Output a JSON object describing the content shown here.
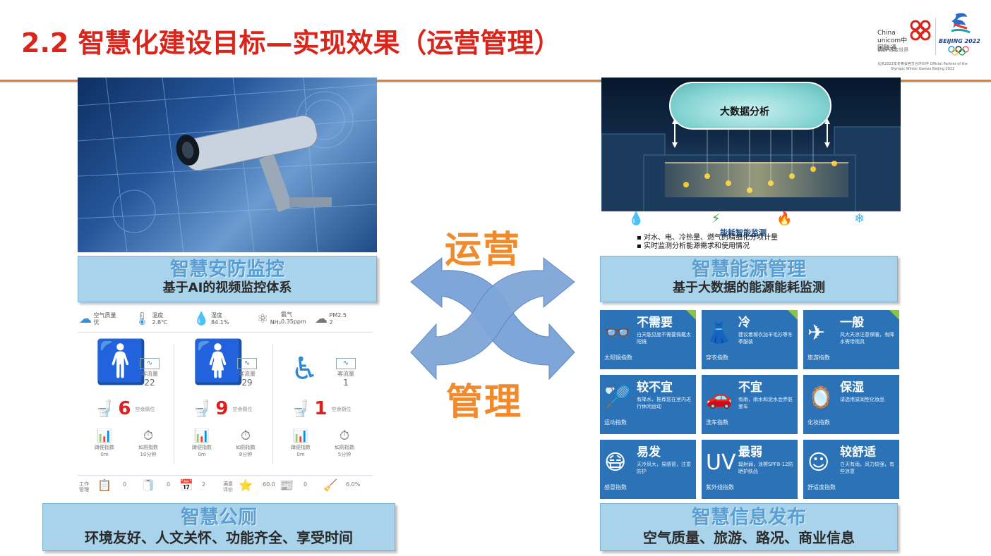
{
  "header": {
    "title": "2.2 智慧化建设目标—实现效果（运营管理）",
    "logo_china_unicom": "China unicom中国联通",
    "logo_unicom_slogan": "创新·改变世界",
    "logo_beijing": "BEIJING 2022",
    "logo_partner_text": "北京2022年冬奥会官方合作伙伴 Official Partner of the Olympic Winter Games Beijing 2022"
  },
  "center": {
    "top_label": "运营",
    "bottom_label": "管理"
  },
  "security_panel": {
    "title": "智慧安防监控",
    "subtitle": "基于AI的视频监控体系"
  },
  "energy_panel": {
    "cloud_label": "大数据分析",
    "strip_title": "能耗智能监测",
    "bullets": [
      "对水、电、冷热量、燃气的精细化分项计量",
      "实时监测分析能源需求和使用情况"
    ],
    "title": "智慧能源管理",
    "subtitle": "基于大数据的能源能耗监测"
  },
  "toilet_panel": {
    "env": [
      {
        "label": "空气质量",
        "value": "优"
      },
      {
        "label": "温度",
        "value": "2.8℃"
      },
      {
        "label": "湿度",
        "value": "84.1%"
      },
      {
        "label": "",
        "value": "NH₃"
      },
      {
        "label": "氨气",
        "value": "0.35ppm"
      },
      {
        "label": "PM2.5",
        "value": "2"
      }
    ],
    "columns": [
      {
        "stat_label": "客流量",
        "stat": "22",
        "free": "6",
        "free_label": "空余厕位",
        "m1": "蹲便指数",
        "v1": "0m",
        "m2": "如厕指数",
        "v2": "10分钟"
      },
      {
        "stat_label": "客流量",
        "stat": "29",
        "free": "9",
        "free_label": "空余厕位",
        "m1": "蹲便指数",
        "v1": "0m",
        "m2": "如厕指数",
        "v2": "8分钟"
      },
      {
        "stat_label": "客流量",
        "stat": "1",
        "free": "1",
        "free_label": "空余厕位",
        "m1": "蹲便指数",
        "v1": "0m",
        "m2": "如厕指数",
        "v2": "5分钟"
      }
    ],
    "bottom": [
      {
        "label": "工作管理",
        "value": "0"
      },
      {
        "label": "",
        "value": "0"
      },
      {
        "label": "",
        "value": "2"
      },
      {
        "label": "满意评价",
        "value": "60.0"
      },
      {
        "label": "",
        "value": "0"
      },
      {
        "label": "",
        "value": "6.0%"
      }
    ],
    "title": "智慧公厕",
    "subtitle": "环境友好、人文关怀、功能齐全、享受时间"
  },
  "info_panel": {
    "cells": [
      {
        "head": "不需要",
        "desc": "白天能见度不需要佩戴太阳镜",
        "foot": "太阳镜指数",
        "icon": "sunglasses-icon",
        "glyph": "👓"
      },
      {
        "head": "冷",
        "desc": "建议着棉衣加羊毛衫等冬季服装",
        "foot": "穿衣指数",
        "icon": "dress-icon",
        "glyph": "👗"
      },
      {
        "head": "一般",
        "desc": "风大天凉注意保暖，有降水需带雨具",
        "foot": "旅游指数",
        "icon": "plane-icon",
        "glyph": "✈"
      },
      {
        "head": "较不宜",
        "desc": "有降水，推荐您在室内进行休闲运动",
        "foot": "运动指数",
        "icon": "racket-icon",
        "glyph": "🏸"
      },
      {
        "head": "不宜",
        "desc": "有雨，雨水和泥水会弄脏爱车",
        "foot": "洗车指数",
        "icon": "car-icon",
        "glyph": "🚗"
      },
      {
        "head": "保湿",
        "desc": "请选用滋润型化妆品",
        "foot": "化妆指数",
        "icon": "mirror-icon",
        "glyph": "🪞"
      },
      {
        "head": "易发",
        "desc": "天冷风大，易感冒，注意防护",
        "foot": "感冒指数",
        "icon": "mask-icon",
        "glyph": "😷"
      },
      {
        "head": "最弱",
        "desc": "辐射弱，涂擦SPF8-12防晒护肤品",
        "foot": "紫外线指数",
        "icon": "uv-icon",
        "glyph": "UV"
      },
      {
        "head": "较舒适",
        "desc": "白天有雨，风力较强，有些凉意",
        "foot": "舒适度指数",
        "icon": "smiley-icon",
        "glyph": "☺"
      }
    ],
    "title": "智慧信息发布",
    "subtitle": "空气质量、旅游、路况、商业信息"
  }
}
